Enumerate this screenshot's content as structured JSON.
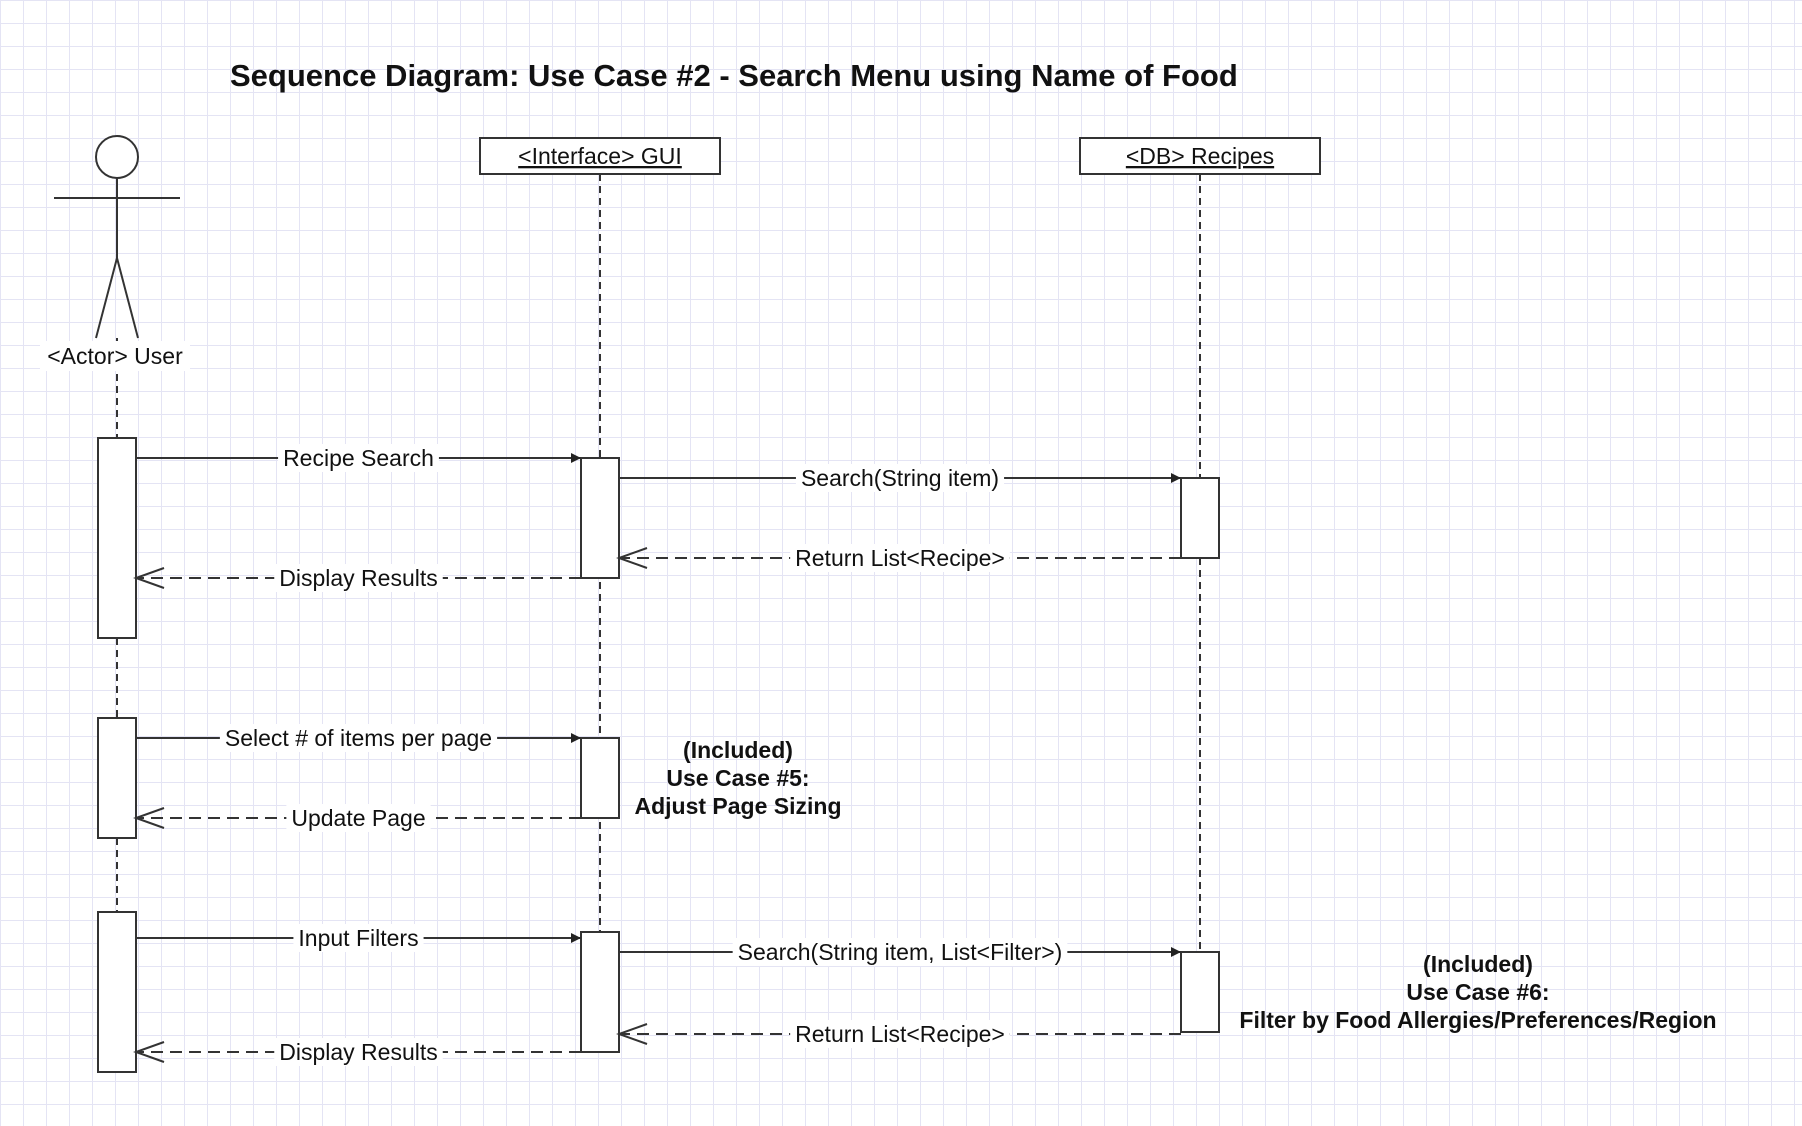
{
  "diagram": {
    "title": "Sequence Diagram: Use Case #2 - Search Menu using Name of Food",
    "participants": {
      "user": "<Actor> User",
      "gui": "<Interface> GUI",
      "db": "<DB> Recipes"
    },
    "messages": [
      {
        "label": "Recipe Search",
        "from": "user",
        "to": "gui",
        "kind": "sync"
      },
      {
        "label": "Search(String item)",
        "from": "gui",
        "to": "db",
        "kind": "sync"
      },
      {
        "label": "Return List<Recipe>",
        "from": "db",
        "to": "gui",
        "kind": "return"
      },
      {
        "label": "Display Results",
        "from": "gui",
        "to": "user",
        "kind": "return"
      },
      {
        "label": "Select # of items per page",
        "from": "user",
        "to": "gui",
        "kind": "sync"
      },
      {
        "label": "Update Page",
        "from": "gui",
        "to": "user",
        "kind": "return"
      },
      {
        "label": "Input Filters",
        "from": "user",
        "to": "gui",
        "kind": "sync"
      },
      {
        "label": "Search(String item, List<Filter>)",
        "from": "gui",
        "to": "db",
        "kind": "sync"
      },
      {
        "label": "Return List<Recipe>",
        "from": "db",
        "to": "gui",
        "kind": "return"
      },
      {
        "label": "Display Results",
        "from": "gui",
        "to": "user",
        "kind": "return"
      }
    ],
    "notes": [
      {
        "lines": [
          "(Included)",
          "Use Case #5:",
          "Adjust Page Sizing"
        ]
      },
      {
        "lines": [
          "(Included)",
          "Use Case #6:",
          "Filter by Food Allergies/Preferences/Region"
        ]
      }
    ]
  }
}
